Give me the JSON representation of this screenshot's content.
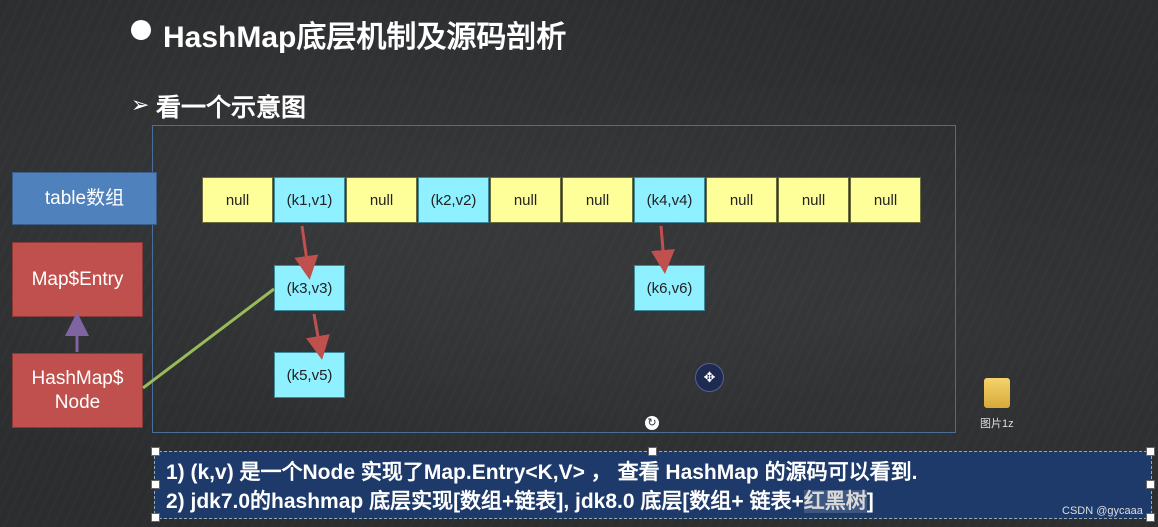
{
  "slide": {
    "title": "HashMap底层机制及源码剖析",
    "subtitle_arrow": "➢",
    "subtitle": "看一个示意图"
  },
  "labels": {
    "table": "table数组",
    "entry": "Map$Entry",
    "node_line1": "HashMap$",
    "node_line2": "Node"
  },
  "table_cells": [
    "null",
    "(k1,v1)",
    "null",
    "(k2,v2)",
    "null",
    "null",
    "(k4,v4)",
    "null",
    "null",
    "null"
  ],
  "linked_nodes": {
    "k3": "(k3,v3)",
    "k5": "(k5,v5)",
    "k6": "(k6,v6)"
  },
  "notes": {
    "line1": "1) (k,v) 是一个Node 实现了Map.Entry<K,V> ，  查看 HashMap 的源码可以看到.",
    "line2_main": "2) jdk7.0的hashmap 底层实现[数组+链表], jdk8.0 底层[数组+ 链表+",
    "line2_highlight": "红黑树",
    "line2_end": "]"
  },
  "desktop": {
    "file_label": "图片1z"
  },
  "watermark": "CSDN @gycaaa",
  "colors": {
    "null_cell": "#ffff99",
    "node_cell": "#8ff0ff",
    "table_label": "#4f81bd",
    "entry_label": "#c0504d",
    "arrow_red": "#c0504d",
    "arrow_purple": "#8064a2",
    "connector_green": "#9bbb59"
  }
}
